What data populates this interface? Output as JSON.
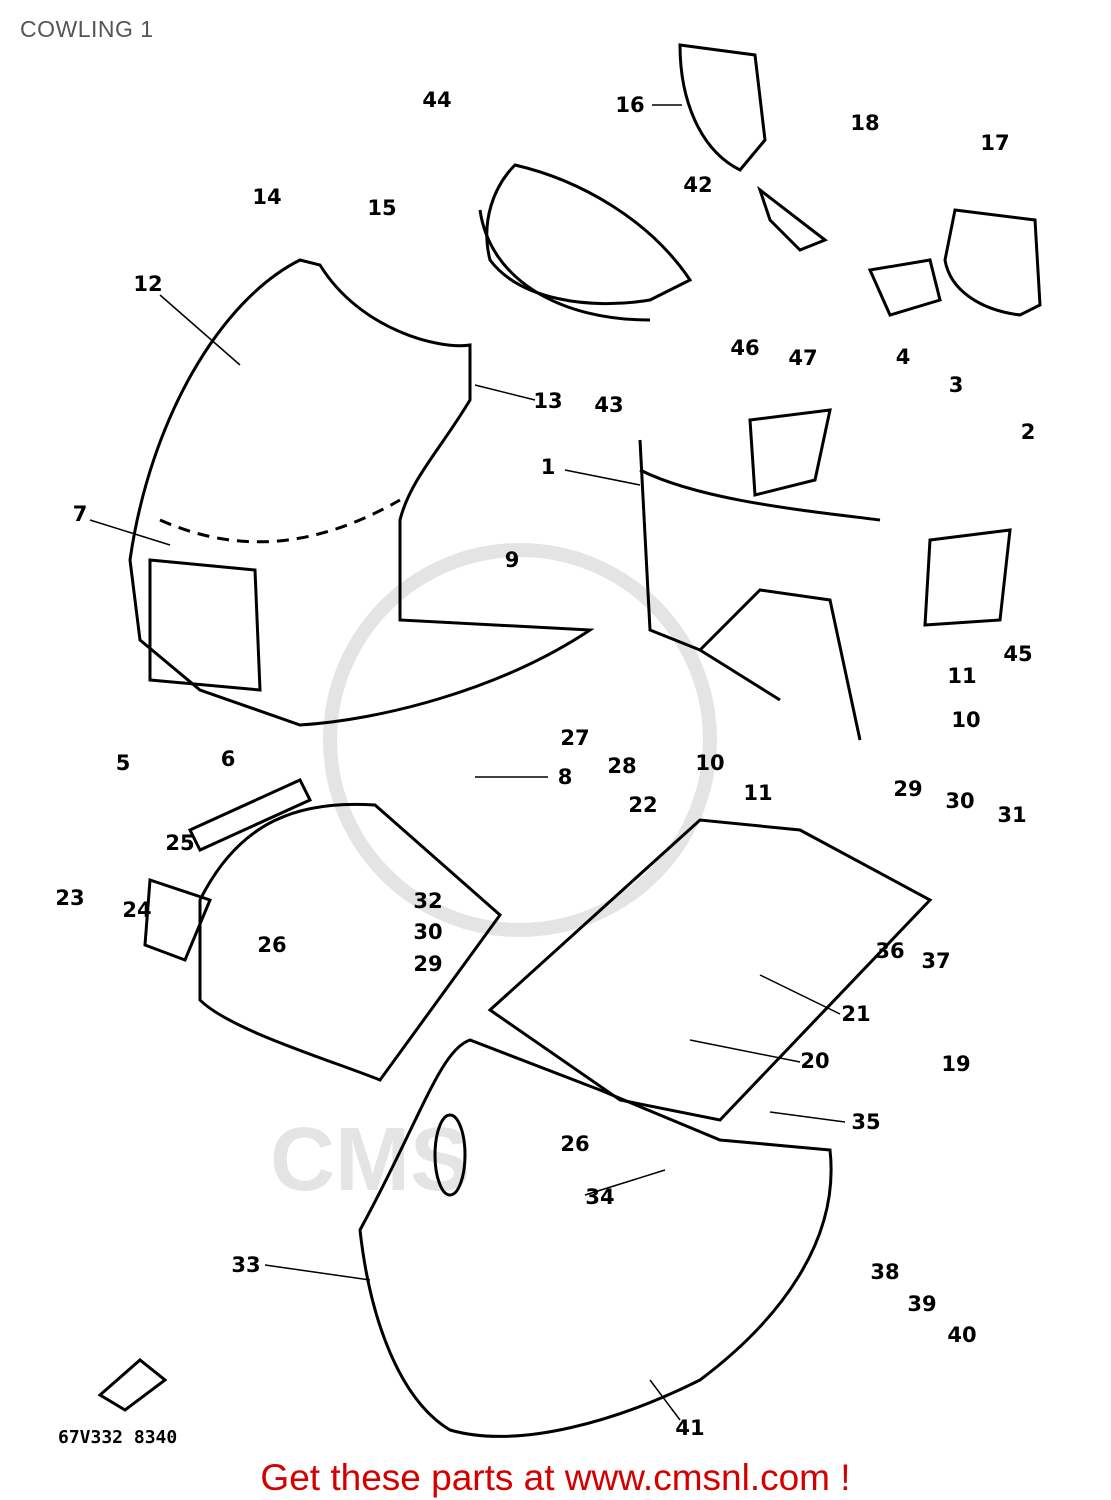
{
  "title": "COWLING 1",
  "watermark": "CMS",
  "diagram_code": "67V332 8340",
  "footer": "Get these parts at www.cmsnl.com !",
  "part_labels": [
    "44",
    "16",
    "18",
    "17",
    "14",
    "15",
    "42",
    "12",
    "13",
    "43",
    "46",
    "47",
    "4",
    "3",
    "2",
    "1",
    "7",
    "9",
    "45",
    "11",
    "10",
    "5",
    "6",
    "8",
    "27",
    "28",
    "10",
    "11",
    "29",
    "30",
    "31",
    "22",
    "25",
    "23",
    "24",
    "32",
    "30",
    "29",
    "26",
    "36",
    "37",
    "21",
    "20",
    "19",
    "35",
    "26",
    "34",
    "33",
    "38",
    "39",
    "40",
    "41"
  ]
}
